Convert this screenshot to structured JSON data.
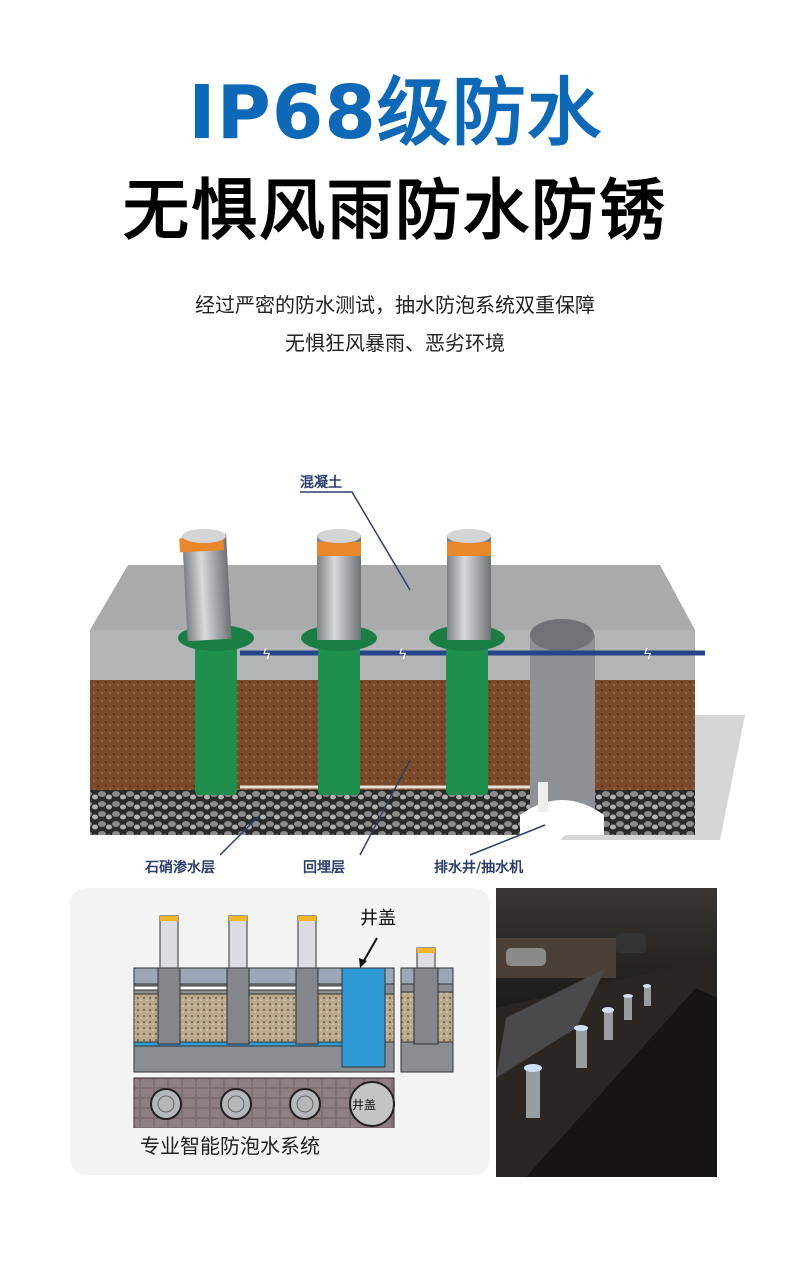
{
  "header": {
    "title": "IP68级防水",
    "subtitle": "无惧风雨防水防锈",
    "description_line1": "经过严密的防水测试，抽水防泡系统双重保障",
    "description_line2": "无惧狂风暴雨、恶劣环境"
  },
  "diagram": {
    "labels": {
      "concrete": "混凝土",
      "gravel_layer": "石硝渗水层",
      "backfill_layer": "回埋层",
      "drain_well": "排水井/抽水机"
    }
  },
  "system_panel": {
    "cover_label": "井盖",
    "cover_label_small": "井盖",
    "caption": "专业智能防泡水系统"
  },
  "colors": {
    "title_blue": "#0d69b7",
    "sleeve_green": "#1f8f4e",
    "label_navy": "#2d3f6e",
    "water_blue": "#2e9ad6"
  }
}
